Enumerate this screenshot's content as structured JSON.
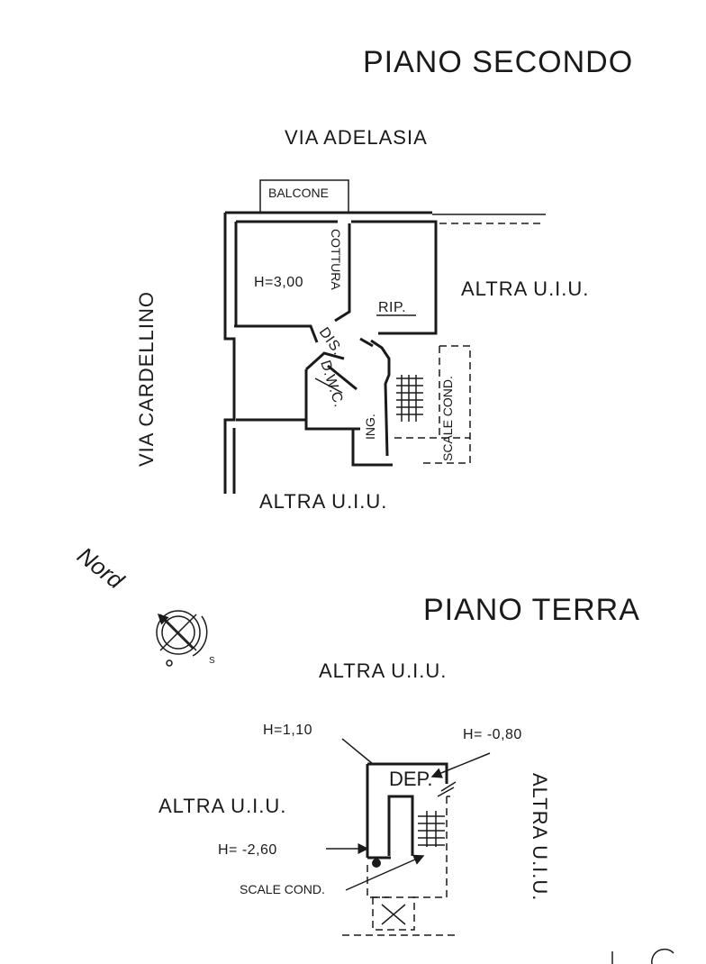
{
  "second_floor": {
    "title": "PIANO SECONDO",
    "street_top": "VIA ADELASIA",
    "street_left": "VIA CARDELLINO",
    "balcony": "BALCONE",
    "cooking": "COTTURA",
    "height": "H=3,00",
    "storage": "RIP.",
    "hallway": "DIS.",
    "wc": "D.W.C.",
    "entrance": "ING.",
    "stairs": "SCALE COND.",
    "other_unit_right": "ALTRA U.I.U.",
    "other_unit_bottom": "ALTRA U.I.U."
  },
  "compass": {
    "north": "Nord",
    "south": "S"
  },
  "ground_floor": {
    "title": "PIANO TERRA",
    "other_unit_top": "ALTRA U.I.U.",
    "other_unit_left": "ALTRA U.I.U.",
    "other_unit_right": "ALTRA U.I.U.",
    "height_top": "H=1,10",
    "height_right": "H= -0,80",
    "height_left": "H= -2,60",
    "deposit": "DEP.",
    "stairs": "SCALE COND."
  }
}
